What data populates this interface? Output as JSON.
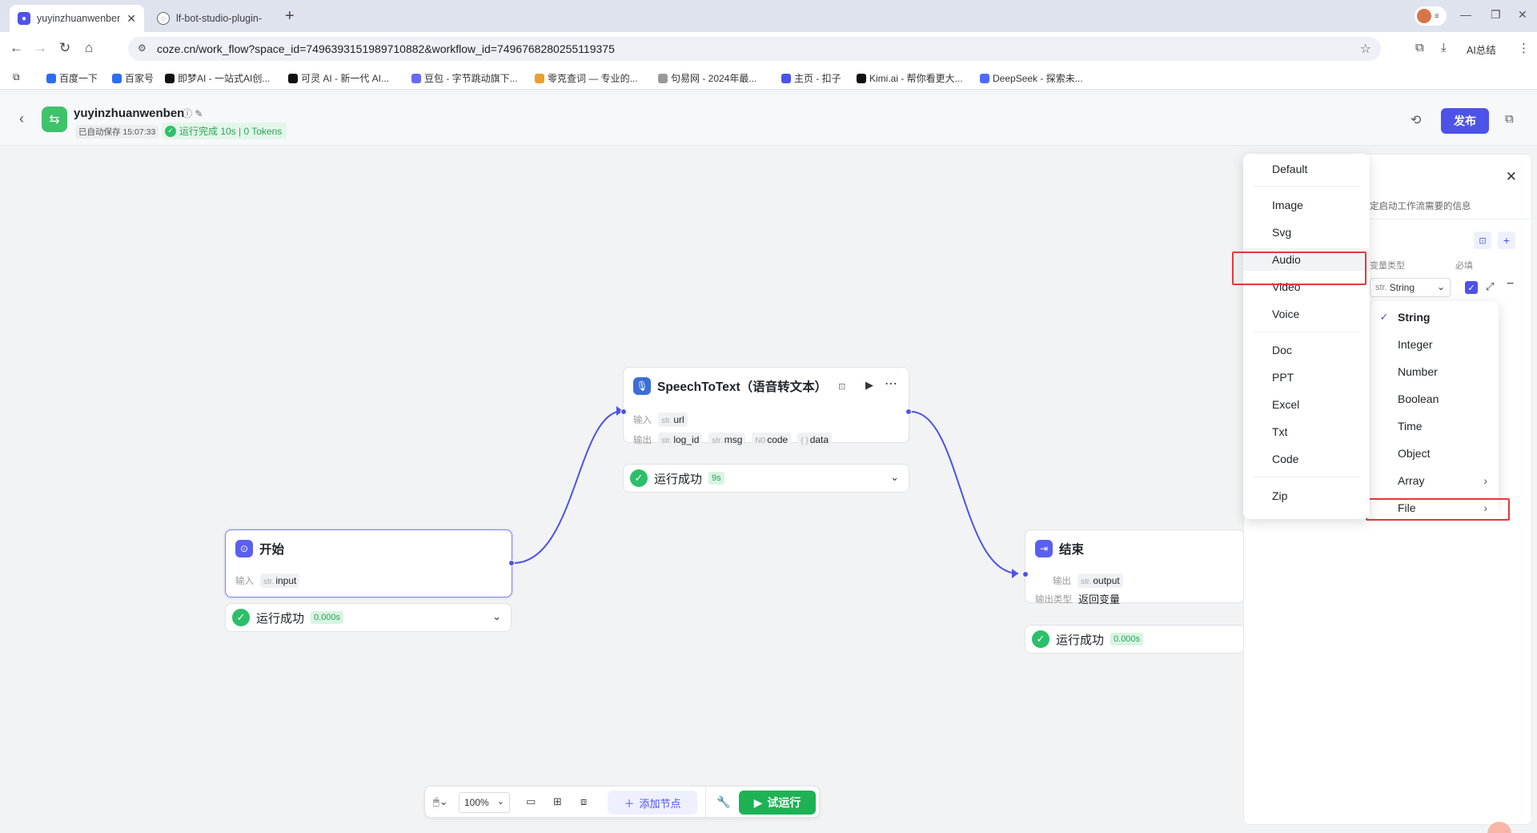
{
  "browser": {
    "tabs": [
      {
        "title": "yuyinzhuanwenben",
        "close": "✕"
      },
      {
        "title": "lf-bot-studio-plugin-"
      }
    ],
    "new_tab": "+",
    "url": "coze.cn/work_flow?space_id=7496393151989710882&workflow_id=7496768280255119375",
    "ai_tool_label": "AI总结",
    "bookmarks": [
      {
        "label": "百度一下",
        "color": "#2d6cf6"
      },
      {
        "label": "百家号",
        "color": "#2d6cf6"
      },
      {
        "label": "即梦AI - 一站式AI创...",
        "color": "#111111"
      },
      {
        "label": "可灵 AI - 新一代 AI...",
        "color": "#111111"
      },
      {
        "label": "豆包 - 字节跳动旗下...",
        "color": "#6a6af0"
      },
      {
        "label": "零克查词 — 专业的...",
        "color": "#e8a02b"
      },
      {
        "label": "句易网 - 2024年最...",
        "color": "#999999"
      },
      {
        "label": "主页 - 扣子",
        "color": "#4d53e8"
      },
      {
        "label": "Kimi.ai - 帮你看更大...",
        "color": "#111111"
      },
      {
        "label": "DeepSeek - 探索未...",
        "color": "#4d6bfe"
      }
    ]
  },
  "header": {
    "workflow_name": "yuyinzhuanwenben",
    "autosave": "已自动保存 15:07:33",
    "run_status": "运行完成 10s | 0 Tokens",
    "publish_label": "发布"
  },
  "nodes": {
    "start": {
      "title": "开始",
      "input_label": "输入",
      "input_chip": {
        "type": "str.",
        "name": "input"
      }
    },
    "speech": {
      "title": "SpeechToText（语音转文本）",
      "input_label": "输入",
      "output_label": "输出",
      "inputs": [
        {
          "type": "str.",
          "name": "url"
        }
      ],
      "outputs": [
        {
          "type": "str.",
          "name": "log_id"
        },
        {
          "type": "str.",
          "name": "msg"
        },
        {
          "type": "N0",
          "name": "code"
        },
        {
          "type": "{ }",
          "name": "data"
        }
      ]
    },
    "end": {
      "title": "结束",
      "output_label": "输出",
      "output_chip": {
        "type": "str.",
        "name": "output"
      },
      "output_type_label": "输出类型",
      "output_type_value": "返回变量"
    }
  },
  "results": {
    "start": {
      "text": "运行成功",
      "time": "0.000s"
    },
    "speech": {
      "text": "运行成功",
      "time": "9s"
    },
    "end": {
      "text": "运行成功",
      "time": "0.000s"
    }
  },
  "toolbar": {
    "zoom": "100%",
    "add_node": "添加节点",
    "try_run": "试运行"
  },
  "panel": {
    "description": "定启动工作流需要的信息",
    "var_type_label": "变量类型",
    "required_label": "必填",
    "type_prefix": "str.",
    "type_value": "String"
  },
  "type_menu": {
    "selected": "String",
    "items": [
      "String",
      "Integer",
      "Number",
      "Boolean",
      "Time",
      "Object",
      "Array",
      "File"
    ]
  },
  "file_menu": {
    "highlighted": "Audio",
    "groups": [
      [
        "Default"
      ],
      [
        "Image",
        "Svg",
        "Audio",
        "Video",
        "Voice"
      ],
      [
        "Doc",
        "PPT",
        "Excel",
        "Txt",
        "Code"
      ],
      [
        "Zip"
      ]
    ]
  },
  "colors": {
    "accent": "#4d53e8",
    "success": "#2cbf6a",
    "run_button": "#1db354",
    "highlight": "#e23a3a"
  }
}
